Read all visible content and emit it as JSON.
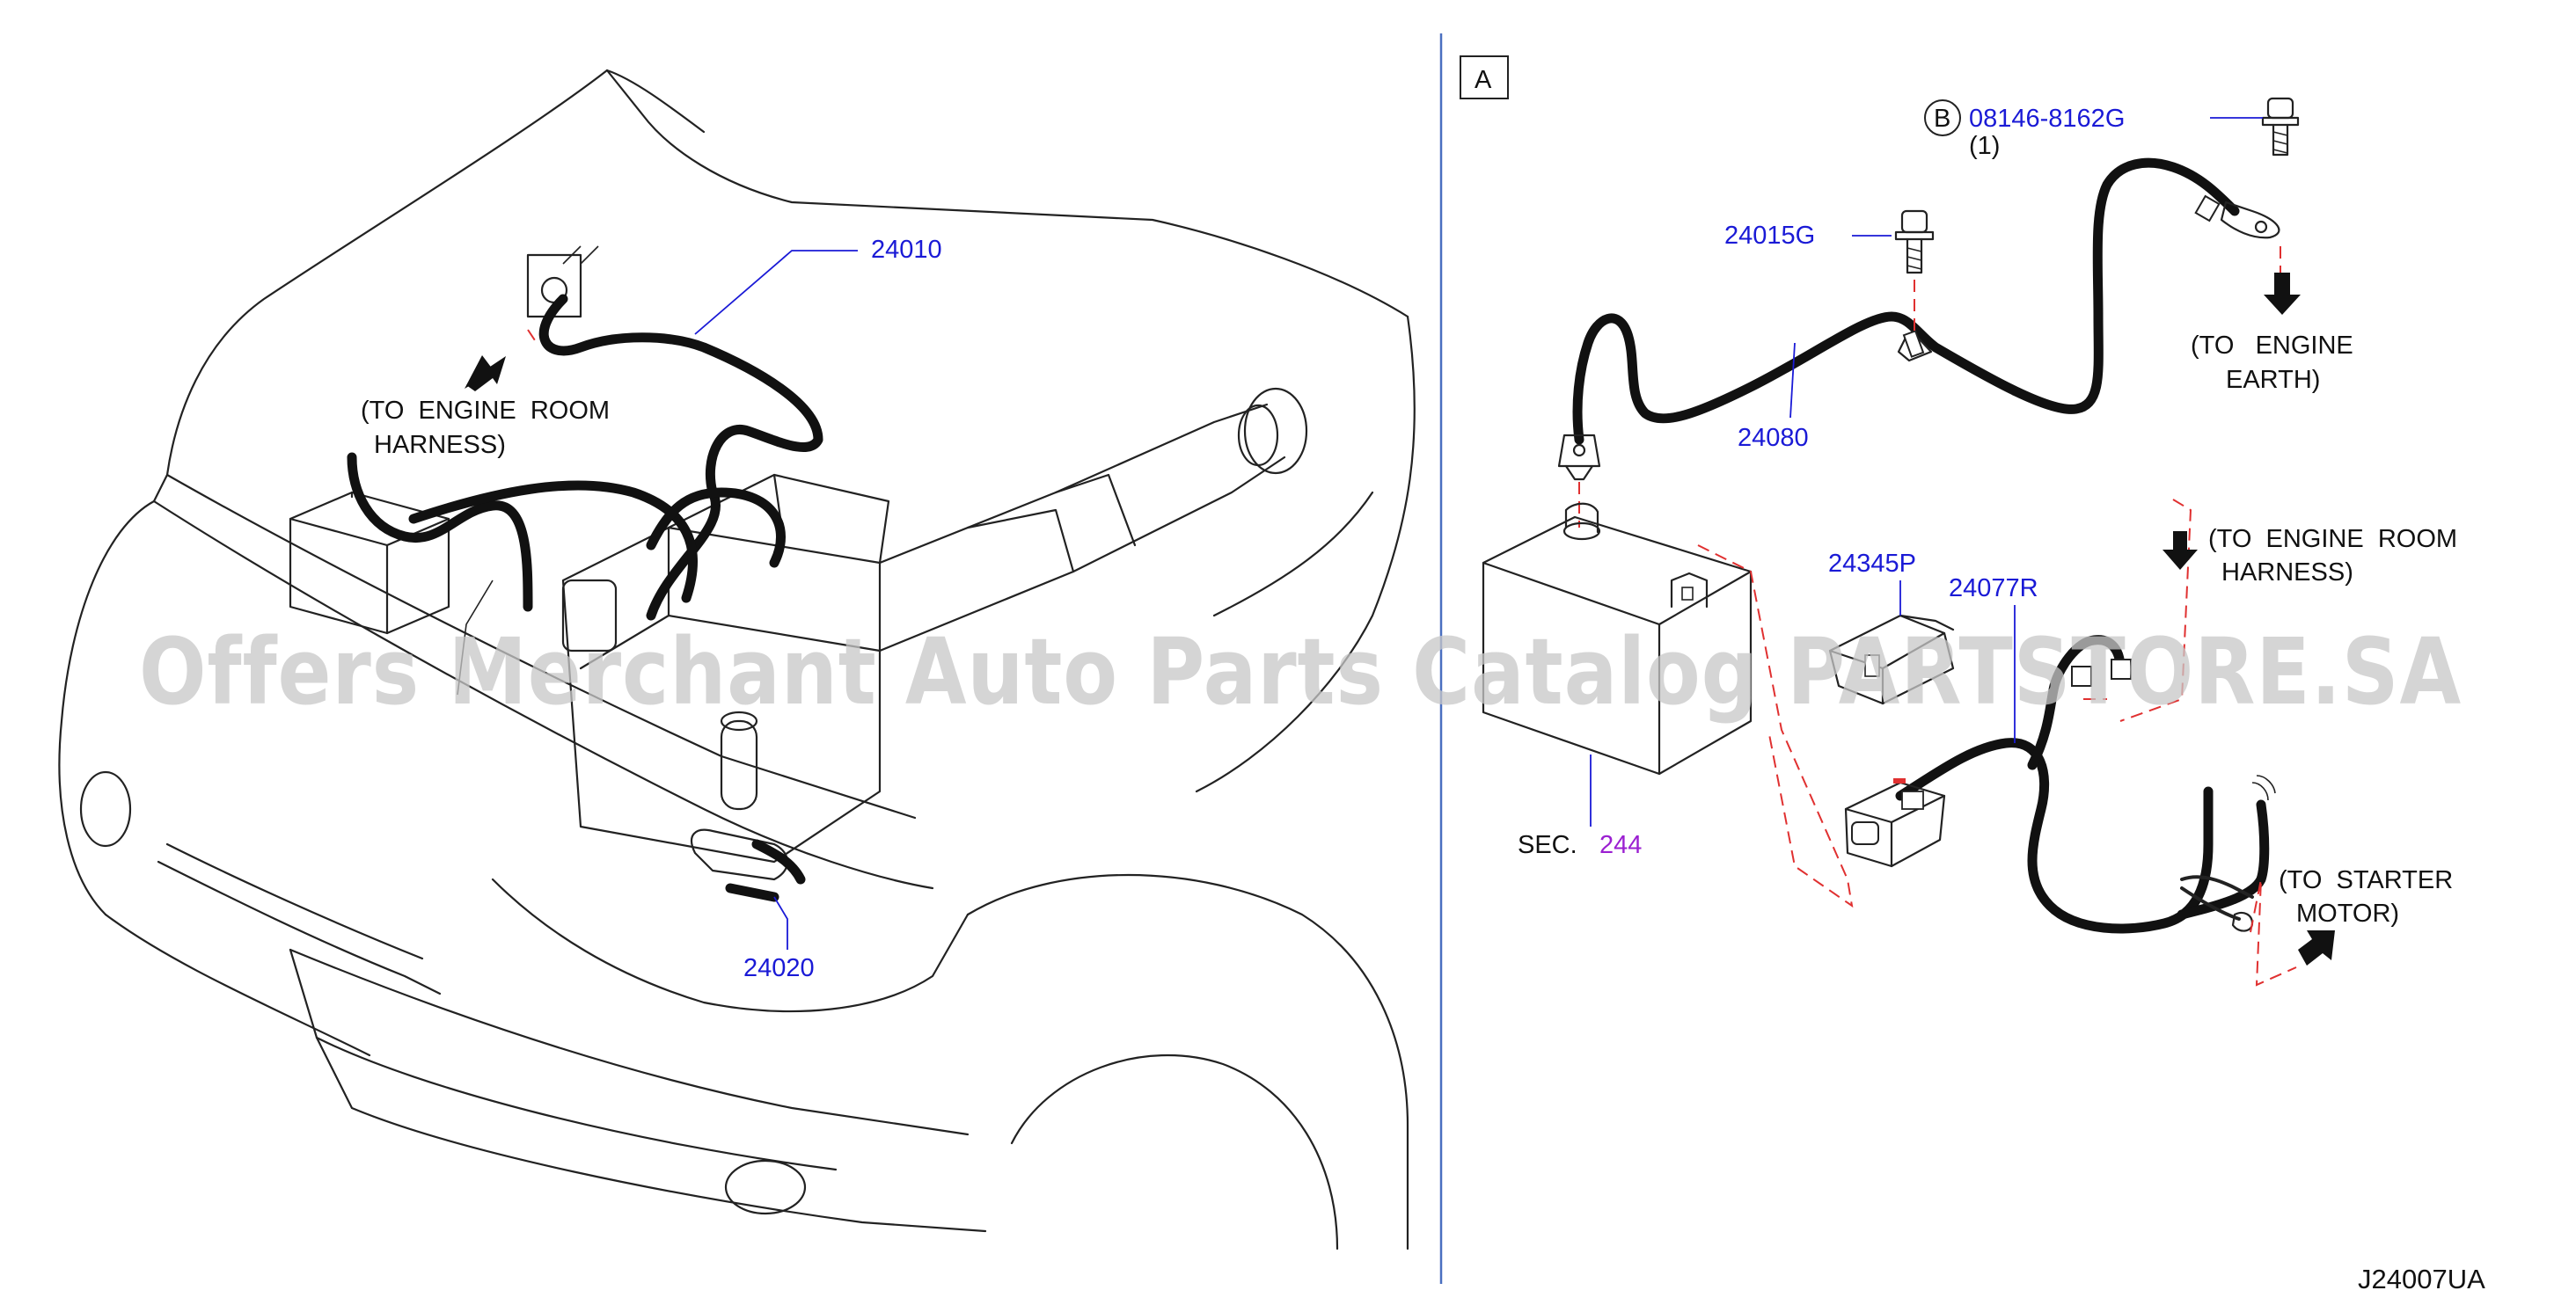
{
  "left_view": {
    "labels": {
      "p24010": "24010",
      "p24020": "24020",
      "engine_room_line1": "(TO  ENGINE  ROOM",
      "engine_room_line2": "HARNESS)"
    }
  },
  "right_view": {
    "view_id": "A",
    "labels": {
      "bolt_b_marker": "B",
      "bolt_b_part": "08146-8162G",
      "bolt_b_qty": "(1)",
      "p24015g": "24015G",
      "p24080": "24080",
      "engine_earth_line1": "(TO   ENGINE",
      "engine_earth_line2": "EARTH)",
      "engine_room_line1": "(TO  ENGINE  ROOM",
      "engine_room_line2": "HARNESS)",
      "p24345p": "24345P",
      "p24077r": "24077R",
      "sec_prefix": "SEC.",
      "sec_number": "244",
      "starter_line1": "(TO  STARTER",
      "starter_line2": "MOTOR)"
    }
  },
  "figure_code": "J24007UA",
  "watermark": "Offers Merchant Auto Parts Catalog PARTSTORE.SA",
  "colors": {
    "part_number": "#1a1ad6",
    "section_ref": "#9b1fd1",
    "divider": "#4a6fc0",
    "leader_dash": "#e03030"
  }
}
